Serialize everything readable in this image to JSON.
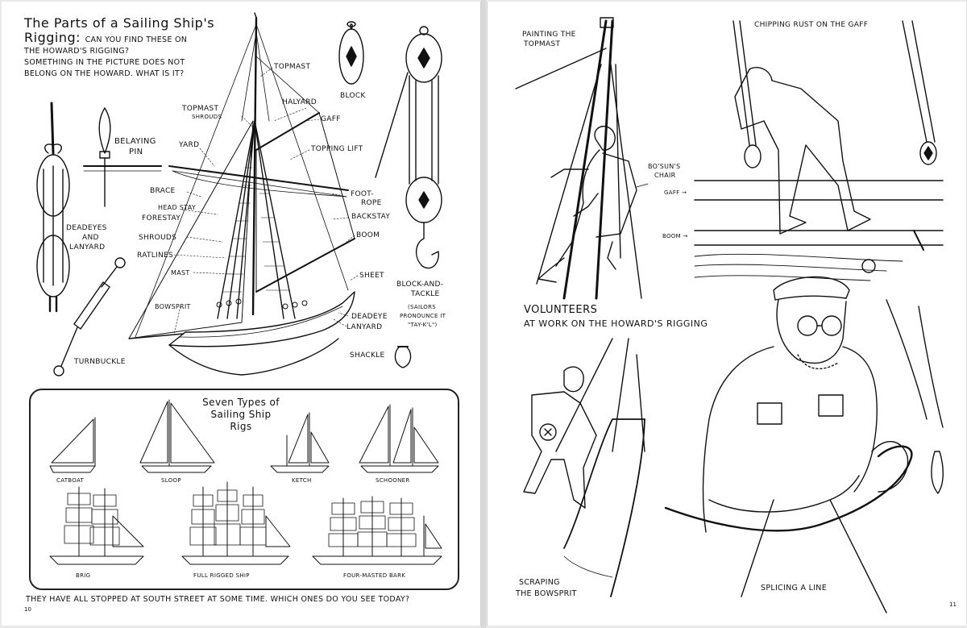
{
  "left_page": {
    "title_line1": "The Parts of a Sailing Ship's",
    "title_line2": "Rigging:",
    "title_q1": "Can you find these on",
    "title_q2": "the Howard's rigging?",
    "title_q3": "Something in the picture does not",
    "title_q4": "belong on the Howard. What is it?",
    "labels": {
      "topmast": "Topmast",
      "halyard": "Halyard",
      "block": "Block",
      "topmast_shrouds_1": "Topmast",
      "topmast_shrouds_2": "Shrouds",
      "gaff": "Gaff",
      "topping_lift": "Topping Lift",
      "belaying_pin_1": "Belaying",
      "belaying_pin_2": "Pin",
      "yard": "Yard",
      "brace": "Brace",
      "foot_rope_1": "Foot-",
      "foot_rope_2": "Rope",
      "headstay": "Head Stay",
      "forestay": "Forestay",
      "backstay": "Backstay",
      "deadeyes_1": "Deadeyes",
      "deadeyes_2": "and",
      "deadeyes_3": "Lanyard",
      "shrouds": "Shrouds",
      "boom": "Boom",
      "ratlines": "Ratlines",
      "mast": "Mast",
      "sheet": "Sheet",
      "block_tackle_1": "Block-and-",
      "block_tackle_2": "Tackle",
      "bowsprit": "Bowsprit",
      "deadeye": "Deadeye",
      "lanyard": "Lanyard",
      "pronounce_1": "(Sailors",
      "pronounce_2": "pronounce it",
      "pronounce_3": "\"Tay-k'l\")",
      "turnbuckle": "Turnbuckle",
      "shackle": "Shackle"
    },
    "rigs": {
      "title_1": "Seven Types of",
      "title_2": "Sailing Ship",
      "title_3": "Rigs",
      "catboat": "Catboat",
      "sloop": "Sloop",
      "ketch": "Ketch",
      "schooner": "Schooner",
      "brig": "Brig",
      "full_rigged": "Full Rigged Ship",
      "bark": "Four-Masted Bark"
    },
    "bottom_question": "They have all stopped at South Street at some time.  Which ones do you see today?",
    "page_number": "10"
  },
  "right_page": {
    "painting_1": "Painting the",
    "painting_2": "Topmast",
    "chipping": "Chipping rust on the gaff",
    "bosun_1": "Bo'sun's",
    "bosun_2": "Chair",
    "gaff": "Gaff →",
    "boom": "Boom →",
    "volunteers_1": "Volunteers",
    "volunteers_2": "at work on the Howard's Rigging",
    "scraping_1": "Scraping",
    "scraping_2": "the Bowsprit",
    "splicing": "Splicing a Line",
    "page_number": "11"
  }
}
